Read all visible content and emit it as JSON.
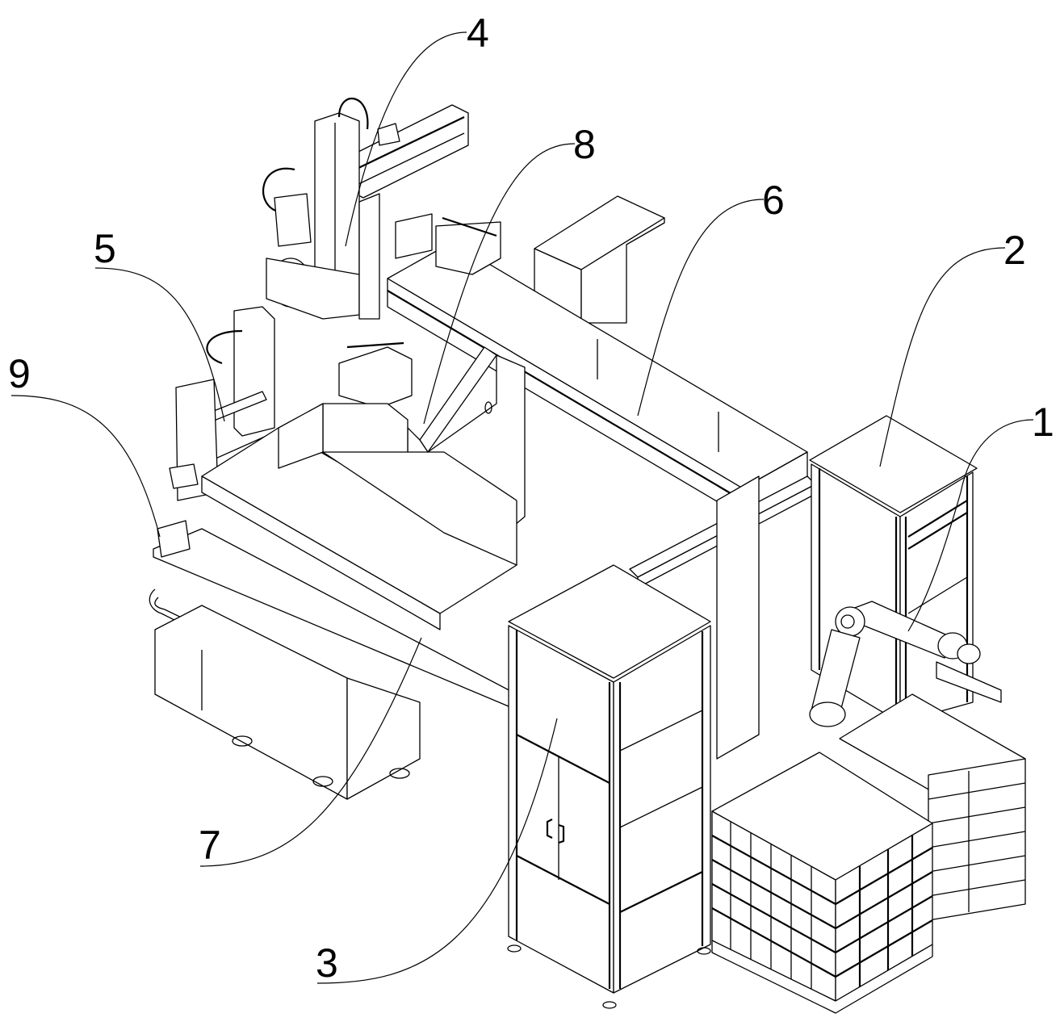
{
  "figure": {
    "type": "patent line drawing",
    "description": "Isometric view of automated palletizing / packaging line",
    "stroke_color": "#000000",
    "background_color": "#ffffff"
  },
  "labels": [
    {
      "id": "1",
      "text": "1",
      "part": "collaborative robot arm"
    },
    {
      "id": "2",
      "text": "2",
      "part": "robot frame cabinet"
    },
    {
      "id": "3",
      "text": "3",
      "part": "electrical control cabinet"
    },
    {
      "id": "4",
      "text": "4",
      "part": "gantry lifting mechanism"
    },
    {
      "id": "5",
      "text": "5",
      "part": "transfer manipulator"
    },
    {
      "id": "6",
      "text": "6",
      "part": "main conveyor line"
    },
    {
      "id": "7",
      "text": "7",
      "part": "lower conveyor"
    },
    {
      "id": "8",
      "text": "8",
      "part": "inclined feeding station"
    },
    {
      "id": "9",
      "text": "9",
      "part": "infeed conveyor"
    }
  ]
}
